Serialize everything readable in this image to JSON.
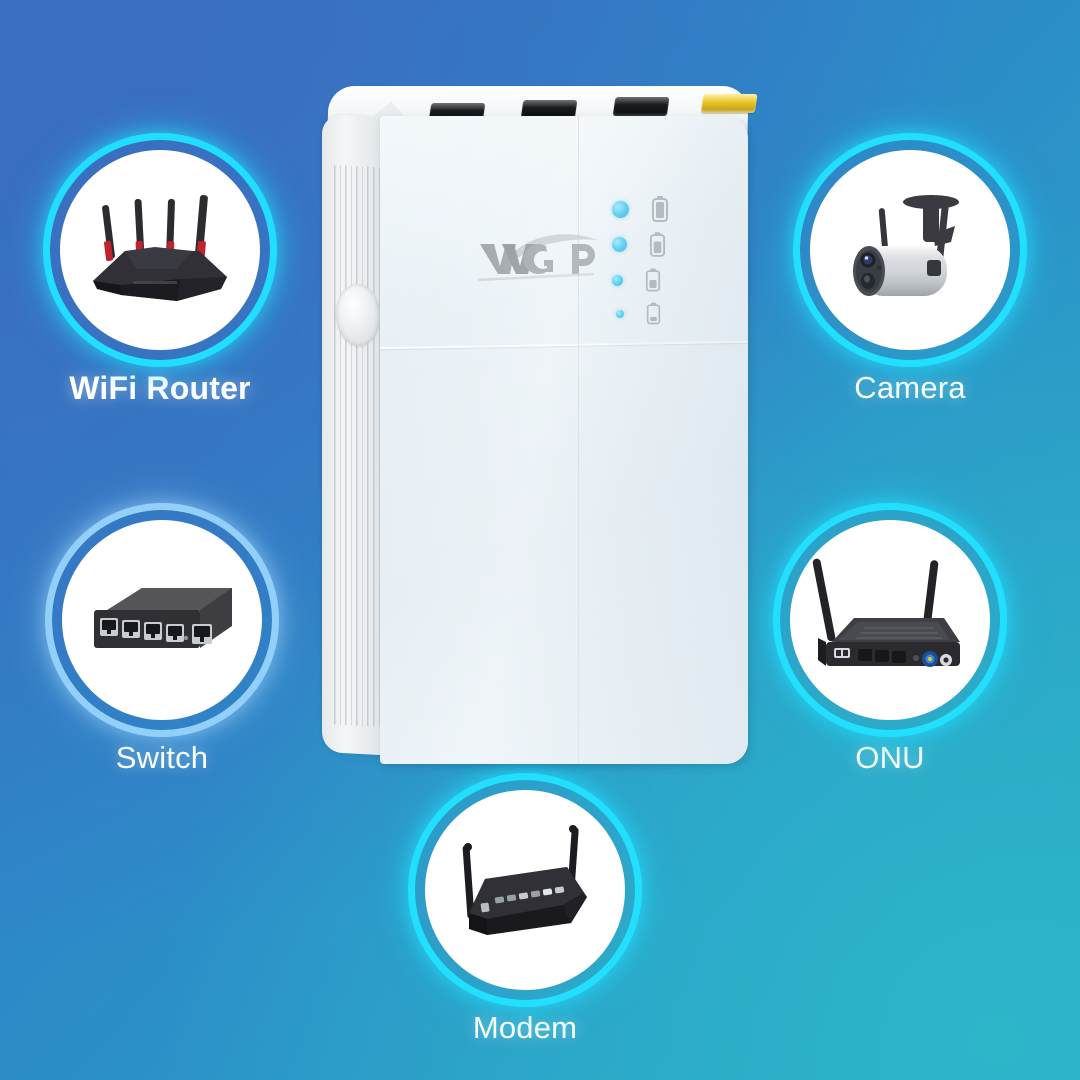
{
  "background": {
    "gradient_from": "#3a6ec0",
    "gradient_to": "#2ba8c4",
    "description": "diagonal blue to teal gradient"
  },
  "accent": {
    "glow_cyan": "#22e0ff",
    "glow_soft_blue": "#96d2fa",
    "led_cyan": "#18b8e8",
    "wan_port_yellow": "#e8c62a",
    "label_text": "#ffffff"
  },
  "device": {
    "name": "central-network-device",
    "brand_logo": "WGP",
    "logo_mark": "wgp-swoosh-logo",
    "ports": [
      {
        "name": "lan-port-1",
        "type": "rj45",
        "color": "#141619"
      },
      {
        "name": "lan-port-2",
        "type": "rj45",
        "color": "#141619"
      },
      {
        "name": "lan-port-3",
        "type": "rj45",
        "color": "#141619"
      },
      {
        "name": "wan-port",
        "type": "rj45",
        "color": "#e8c62a"
      }
    ],
    "indicators": [
      {
        "name": "led-indicator-1",
        "icon": "battery-full-icon",
        "state": "on",
        "fill": 1.0
      },
      {
        "name": "led-indicator-2",
        "icon": "battery-high-icon",
        "state": "on",
        "fill": 0.7
      },
      {
        "name": "led-indicator-3",
        "icon": "battery-medium-icon",
        "state": "on",
        "fill": 0.45
      },
      {
        "name": "led-indicator-4",
        "icon": "battery-low-icon",
        "state": "dim",
        "fill": 0.2
      }
    ],
    "side_panel": {
      "name": "ventilation-grille",
      "vent_count": 9,
      "knob": "side-button"
    }
  },
  "nodes": [
    {
      "id": "wifi-router",
      "label": "WiFi Router",
      "icon": "wifi-router-icon",
      "ring": "cyan",
      "bold": true
    },
    {
      "id": "camera",
      "label": "Camera",
      "icon": "ip-camera-icon",
      "ring": "cyan",
      "bold": false
    },
    {
      "id": "switch",
      "label": "Switch",
      "icon": "net-switch-icon",
      "ring": "soft-blue",
      "bold": false
    },
    {
      "id": "onu",
      "label": "ONU",
      "icon": "onu-router-icon",
      "ring": "cyan",
      "bold": false
    },
    {
      "id": "modem",
      "label": "Modem",
      "icon": "modem-icon",
      "ring": "cyan",
      "bold": false
    }
  ]
}
